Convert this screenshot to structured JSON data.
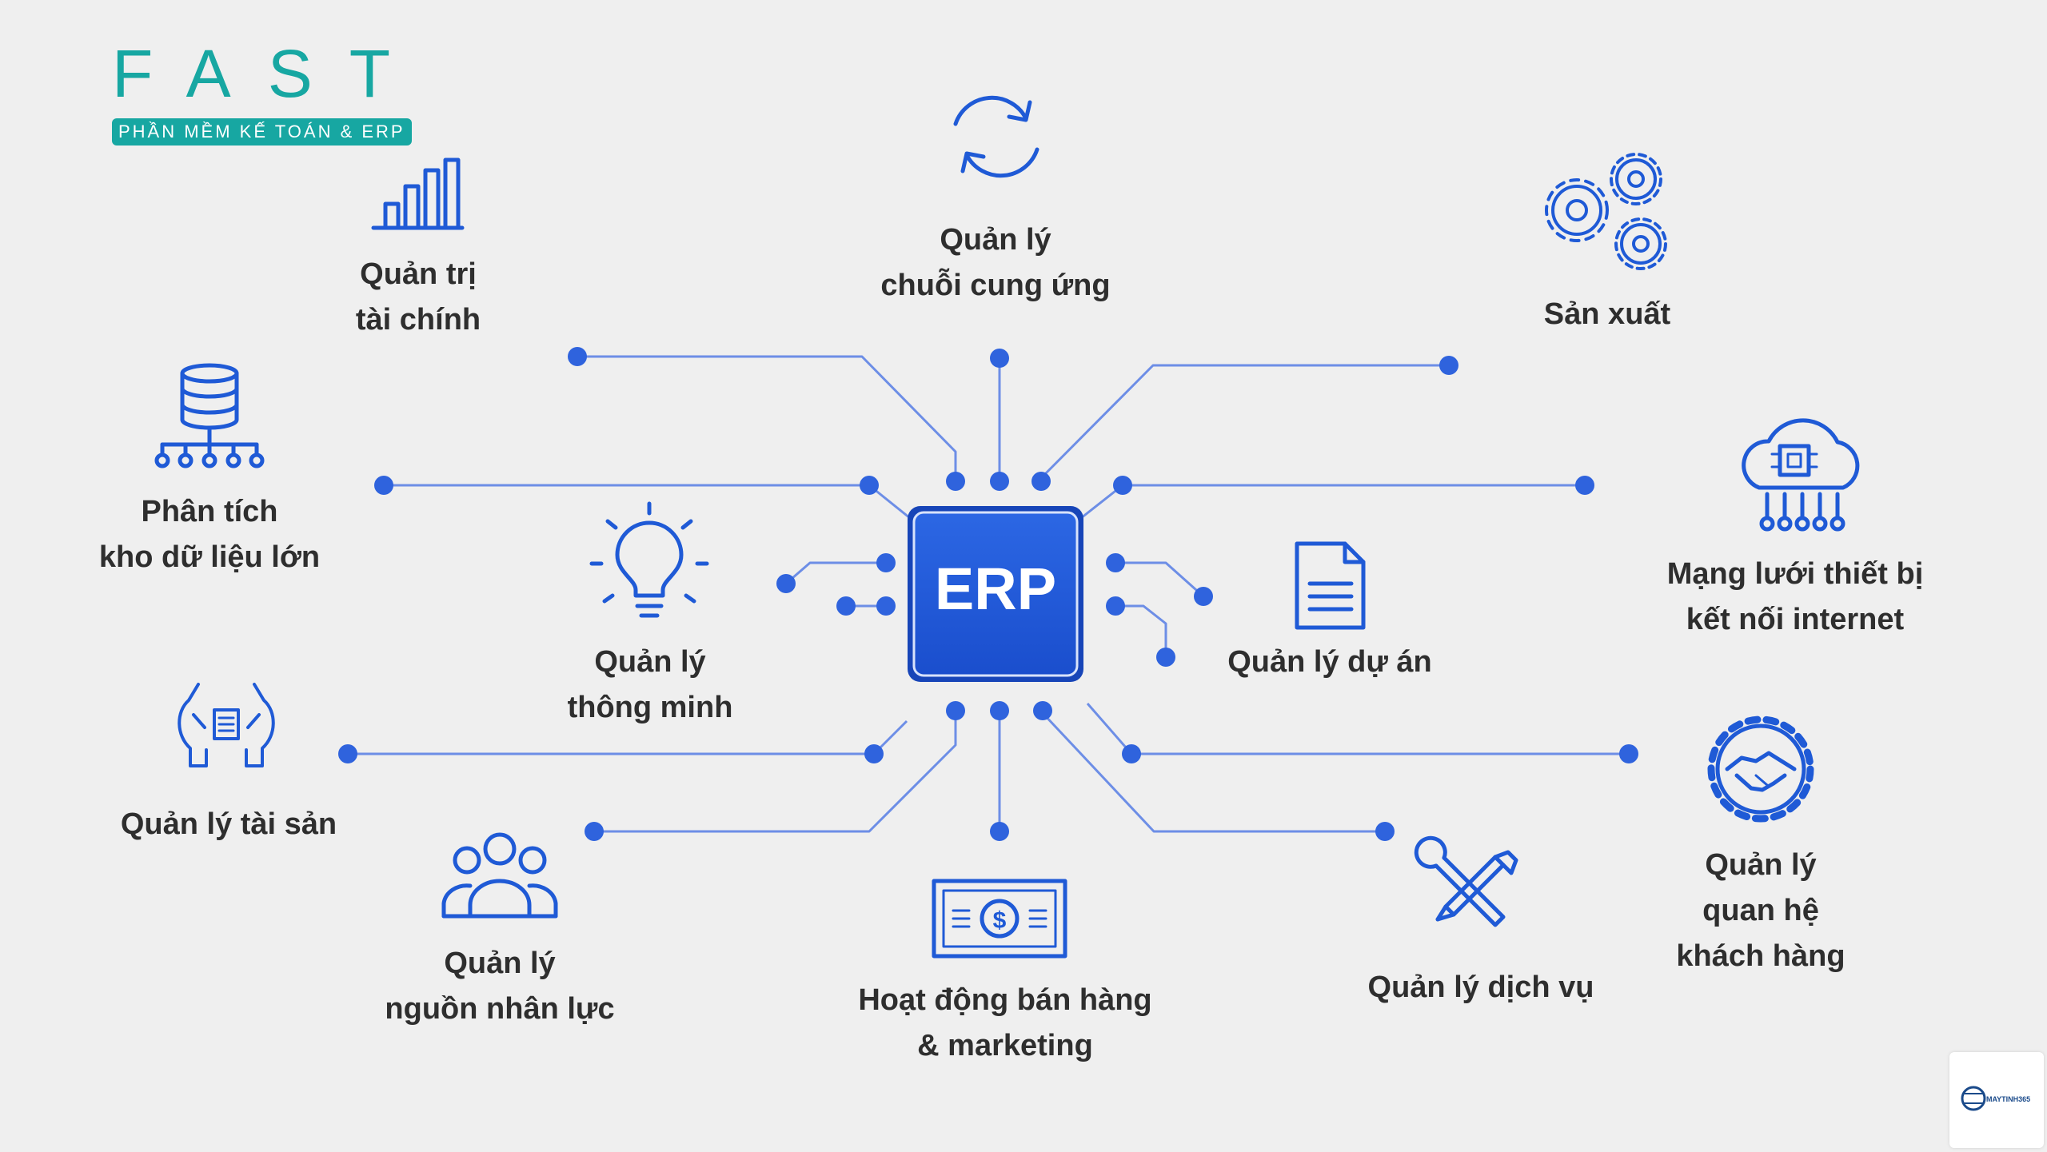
{
  "logo": {
    "brand": "FAST",
    "tagline": "PHẦN MỀM KẾ TOÁN & ERP"
  },
  "center": {
    "label": "ERP"
  },
  "modules": [
    {
      "id": "finance",
      "icon": "bar-chart-icon",
      "lines": [
        "Quản trị",
        "tài chính"
      ]
    },
    {
      "id": "supply-chain",
      "icon": "sync-arrows-icon",
      "lines": [
        "Quản lý",
        "chuỗi cung ứng"
      ]
    },
    {
      "id": "manufacturing",
      "icon": "gears-icon",
      "lines": [
        "Sản xuất"
      ]
    },
    {
      "id": "big-data",
      "icon": "database-icon",
      "lines": [
        "Phân tích",
        "kho dữ liệu lớn"
      ]
    },
    {
      "id": "iot",
      "icon": "cloud-chip-icon",
      "lines": [
        "Mạng lưới thiết bị",
        "kết nối internet"
      ]
    },
    {
      "id": "smart",
      "icon": "lightbulb-icon",
      "lines": [
        "Quản lý",
        "thông minh"
      ]
    },
    {
      "id": "project",
      "icon": "document-icon",
      "lines": [
        "Quản lý dự án"
      ]
    },
    {
      "id": "assets",
      "icon": "hands-money-icon",
      "lines": [
        "Quản lý tài sản"
      ]
    },
    {
      "id": "crm",
      "icon": "handshake-gear-icon",
      "lines": [
        "Quản lý",
        "quan hệ",
        "khách hàng"
      ]
    },
    {
      "id": "hr",
      "icon": "people-group-icon",
      "lines": [
        "Quản lý",
        "nguồn nhân lực"
      ]
    },
    {
      "id": "sales",
      "icon": "banknote-icon",
      "lines": [
        "Hoạt động bán hàng",
        "& marketing"
      ]
    },
    {
      "id": "service",
      "icon": "tools-icon",
      "lines": [
        "Quản lý dịch vụ"
      ]
    }
  ],
  "watermark": {
    "text": "MAYTINH365"
  },
  "colors": {
    "accent": "#1f5ad6",
    "line": "#6d8ee6",
    "dot": "#2f63dd",
    "brand": "#17a7a2",
    "text": "#2e2e2e",
    "background": "#efefef"
  }
}
